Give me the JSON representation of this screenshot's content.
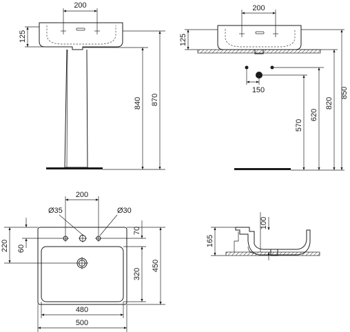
{
  "front_view": {
    "dim_tap_holes": "200",
    "dim_basin_height": "125",
    "dim_floor_to_bottom": "840",
    "dim_floor_to_rim": "870"
  },
  "side_view": {
    "dim_tap_holes": "200",
    "dim_basin_height": "125",
    "dim_waste_offset": "150",
    "dim_570": "570",
    "dim_620": "620",
    "dim_820": "820",
    "dim_850": "850"
  },
  "plan_view": {
    "dim_tap_holes": "200",
    "dim_hole_35": "Ø35",
    "dim_hole_30": "Ø30",
    "dim_220": "220",
    "dim_60": "60",
    "dim_70": "70",
    "dim_320": "320",
    "dim_450": "450",
    "dim_480": "480",
    "dim_500": "500"
  },
  "section_view": {
    "dim_100": "100",
    "dim_165": "165"
  }
}
